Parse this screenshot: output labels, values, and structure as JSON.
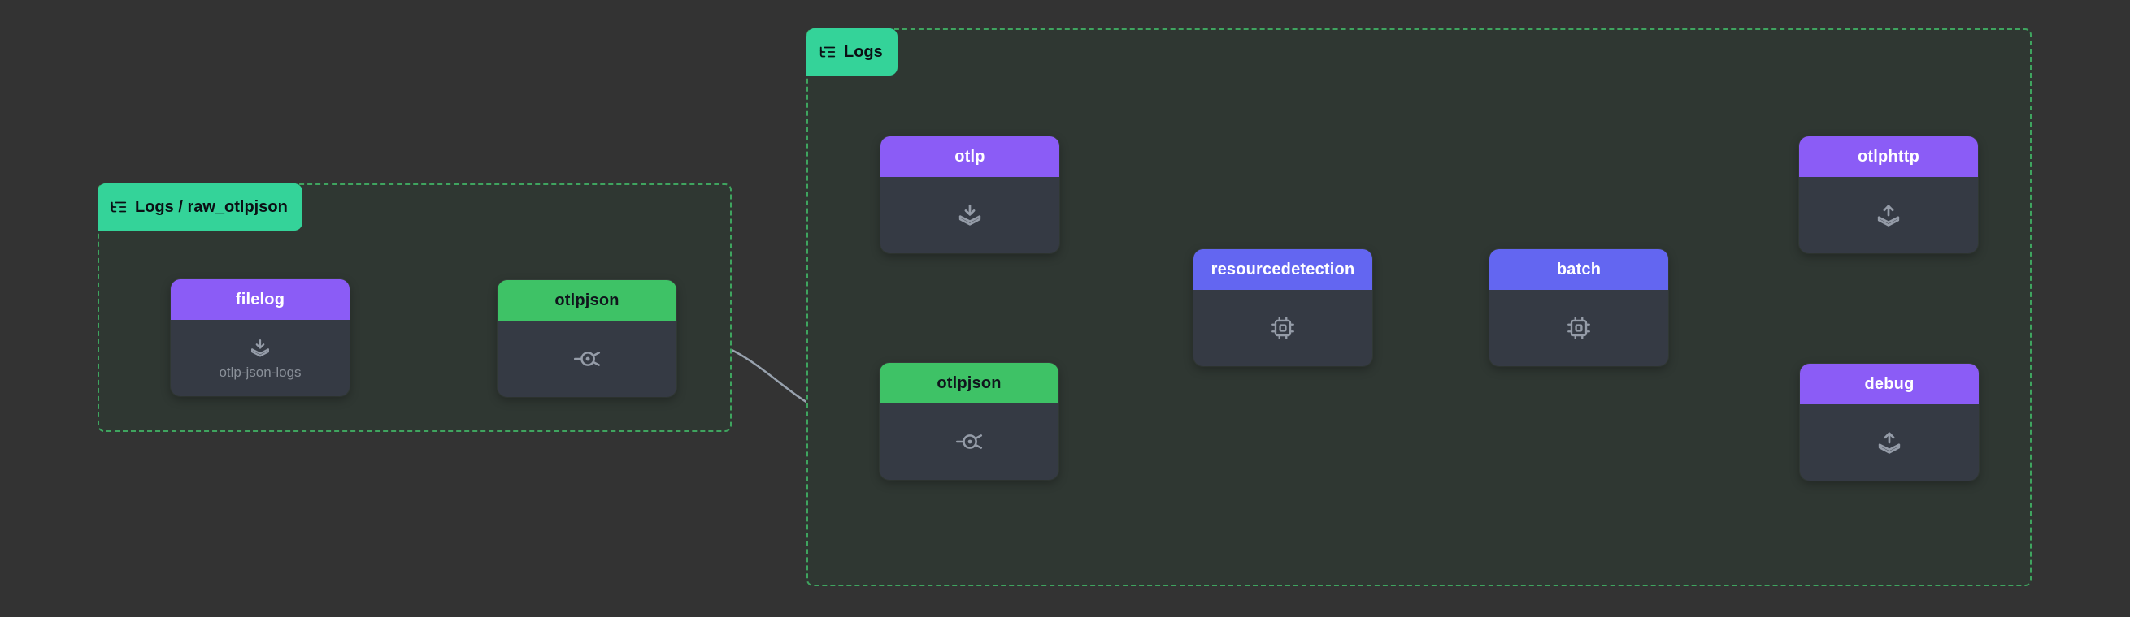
{
  "app": {
    "view": "collector-pipelines-diagram"
  },
  "colors": {
    "page_bg": "#333333",
    "group_bg": "#2f3732",
    "group_border_green": "#3fa45f",
    "badge_bg": "#34d399",
    "badge_text": "#0b0f14",
    "receiver_exporter_header_purple": "#8b5cf6",
    "processor_header_blue": "#6366f1",
    "connector_header_green": "#3ec266",
    "node_body": "#353a44",
    "edge_gray": "#98a2ae",
    "icon_gray": "#959ca8",
    "subtitle_gray": "#8a9099"
  },
  "groups": [
    {
      "badge": {
        "icon": "list-tree-icon",
        "label": "Logs / raw_otlpjson"
      },
      "nodes": [
        {
          "title": "filelog",
          "type": "receiver",
          "subtitle": "otlp-json-logs",
          "icon": "receiver-icon"
        },
        {
          "title": "otlpjson",
          "type": "connector",
          "icon": "connector-icon"
        }
      ]
    },
    {
      "badge": {
        "icon": "list-tree-icon",
        "label": "Logs"
      },
      "nodes": [
        {
          "title": "otlp",
          "type": "receiver",
          "icon": "receiver-icon"
        },
        {
          "title": "otlpjson",
          "type": "connector",
          "icon": "connector-icon"
        },
        {
          "title": "resourcedetection",
          "type": "processor",
          "icon": "processor-icon"
        },
        {
          "title": "batch",
          "type": "processor",
          "icon": "processor-icon"
        },
        {
          "title": "otlphttp",
          "type": "exporter",
          "icon": "exporter-icon"
        },
        {
          "title": "debug",
          "type": "exporter",
          "icon": "exporter-icon"
        }
      ]
    }
  ],
  "edges": [
    {
      "from": "filelog",
      "to": "otlpjson (raw_otlpjson)"
    },
    {
      "from": "otlpjson (raw_otlpjson)",
      "to": "otlpjson (Logs)"
    },
    {
      "from": "otlp",
      "to": "resourcedetection"
    },
    {
      "from": "otlpjson (Logs)",
      "to": "resourcedetection"
    },
    {
      "from": "resourcedetection",
      "to": "batch"
    },
    {
      "from": "batch",
      "to": "otlphttp"
    },
    {
      "from": "batch",
      "to": "debug"
    }
  ]
}
